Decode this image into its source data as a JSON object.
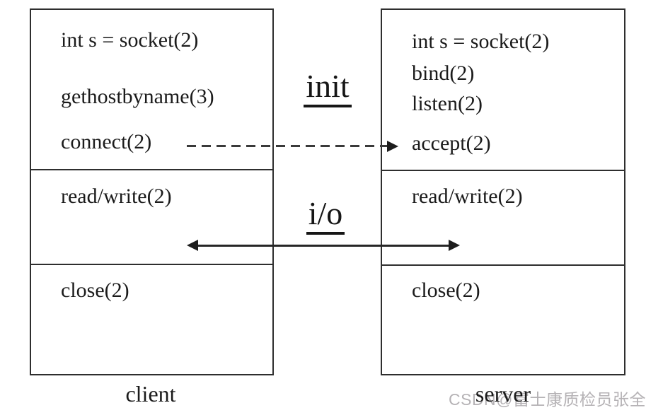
{
  "client": {
    "label": "client",
    "init_lines": {
      "socket": "int s = socket(2)",
      "gethostbyname": "gethostbyname(3)",
      "connect": "connect(2)"
    },
    "io_line": "read/write(2)",
    "close_line": "close(2)"
  },
  "server": {
    "label": "server",
    "init_lines": {
      "socket": "int s = socket(2)",
      "bind": "bind(2)",
      "listen": "listen(2)",
      "accept": "accept(2)"
    },
    "io_line": "read/write(2)",
    "close_line": "close(2)"
  },
  "phases": {
    "init": "init",
    "io": "i/o"
  },
  "watermark": "CSDN@富士康质检员张全蛋",
  "colors": {
    "text": "#1b1b1b",
    "line": "#2e2e2e",
    "watermark": "#b5b2b5",
    "background": "#ffffff"
  }
}
